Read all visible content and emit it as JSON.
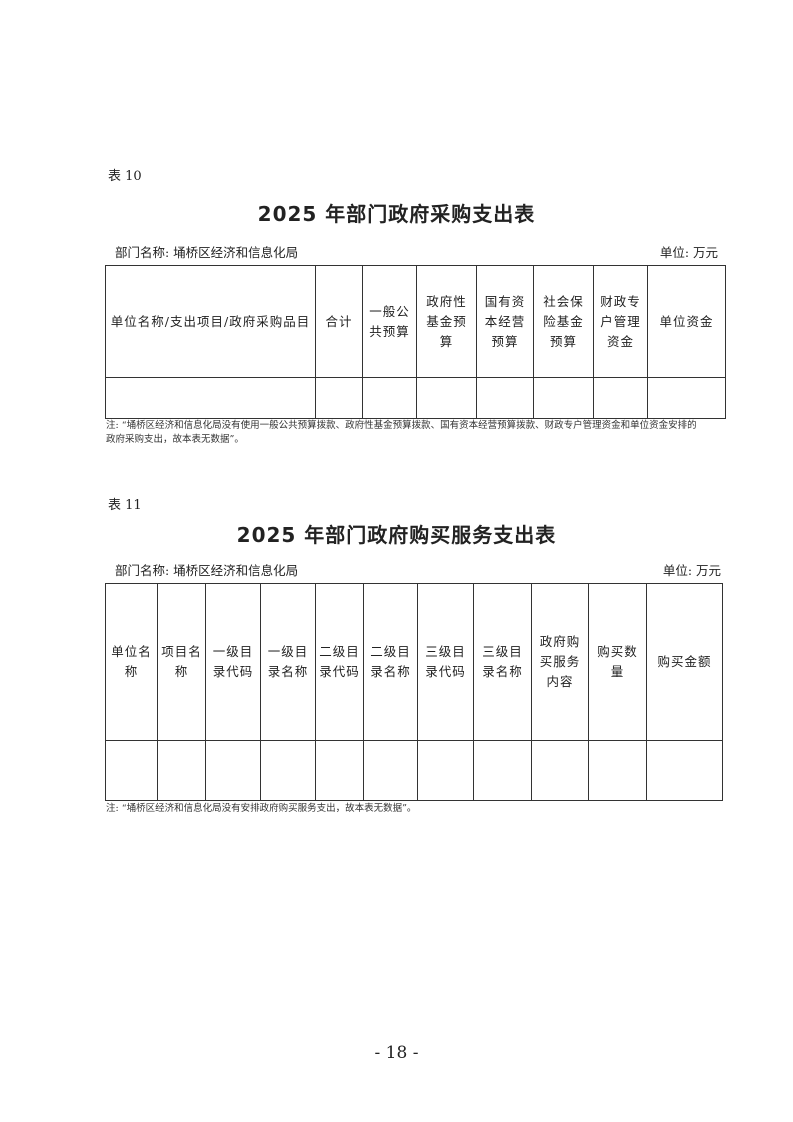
{
  "table10": {
    "label": "表 10",
    "title": "2025 年部门政府采购支出表",
    "department": "部门名称: 埇桥区经济和信息化局",
    "unit": "单位: 万元",
    "headers": [
      "单位名称/支出项目/政府采购品目",
      "合计",
      "一般公共预算",
      "政府性基金预算",
      "国有资本经营预算",
      "社会保险基金预算",
      "财政专户管理资金",
      "单位资金"
    ],
    "note": "注: “埇桥区经济和信息化局没有使用一般公共预算拨款、政府性基金预算拨款、国有资本经营预算拨款、财政专户管理资金和单位资金安排的政府采购支出，故本表无数据”。"
  },
  "table11": {
    "label": "表 11",
    "title": "2025 年部门政府购买服务支出表",
    "department": "部门名称: 埇桥区经济和信息化局",
    "unit": "单位: 万元",
    "headers": [
      "单位名称",
      "项目名称",
      "一级目录代码",
      "一级目录名称",
      "二级目录代码",
      "二级目录名称",
      "三级目录代码",
      "三级目录名称",
      "政府购买服务内容",
      "购买数量",
      "购买金额"
    ],
    "note": "注: “埇桥区经济和信息化局没有安排政府购买服务支出，故本表无数据”。"
  },
  "page_number": "- 18 -"
}
